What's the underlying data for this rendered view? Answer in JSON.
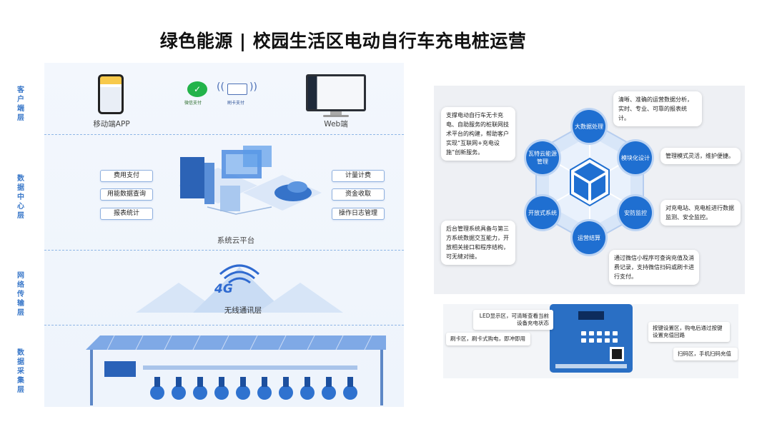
{
  "title": "绿色能源 | 校园生活区电动自行车充电桩运营",
  "architecture": {
    "layers": [
      {
        "label": "客户端层"
      },
      {
        "label": "数据中心层"
      },
      {
        "label": "网络传输层"
      },
      {
        "label": "数据采集层"
      }
    ],
    "client": {
      "mobile_caption": "移动端APP",
      "web_caption": "Web端",
      "wechat_pay": "微信支付",
      "card_pay": "刷卡支付"
    },
    "datacenter": {
      "left_tags": [
        "费用支付",
        "用能数据查询",
        "报表统计"
      ],
      "right_tags": [
        "计量计费",
        "资金收取",
        "操作日志管理"
      ],
      "caption": "系统云平台"
    },
    "network": {
      "badge": "4G",
      "caption": "无线通讯层"
    },
    "bike_count": 10
  },
  "hex_diagram": {
    "nodes": [
      "大数据处理",
      "模块化设计",
      "安防监控",
      "运营结算",
      "开放式系统",
      "瓦特云能源管理"
    ],
    "callouts": [
      "支撑电动自行车无卡充电、自助服务的桩联网技术平台的构建，帮助客户实现“互联网+充电设施”创新服务。",
      "清晰、准确的运营数据分析，实时、专业、可靠的报表统计。",
      "管理模式灵活，维护便捷。",
      "对充电站、充电桩进行数据监测、安全监控。",
      "通过微信小程序可查询充值及消费记录，支持微信扫码或刷卡进行支付。",
      "后台管理系统具备与第三方系统数据交互能力，开放相关接口和程序结构，可无缝对接。"
    ]
  },
  "device_diagram": {
    "labels": [
      "LED显示区，可清晰查看当前设备充电状态",
      "刷卡区，刷卡式购电，即冲即用",
      "按键设置区，购电后通过按键设置充值回路",
      "扫码区，手机扫码充值"
    ]
  },
  "colors": {
    "primary": "#1f6fd1",
    "layer_text": "#3a78c9",
    "panel_bg": "#eef4fc"
  }
}
